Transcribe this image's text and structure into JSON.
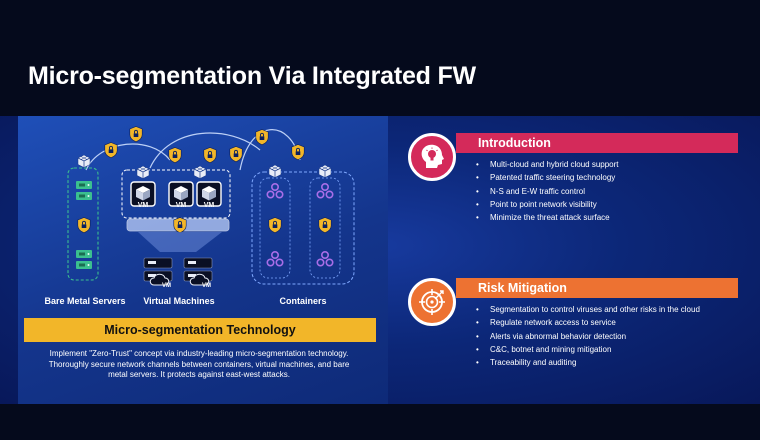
{
  "slide": {
    "title": "Micro-segmentation Via Integrated FW"
  },
  "diagram": {
    "labels": {
      "bare_metal": "Bare Metal Servers",
      "virtual_machines": "Virtual Machines",
      "containers": "Containers"
    },
    "vm_badge": "VM"
  },
  "technology": {
    "banner": "Micro-segmentation Technology",
    "description_lines": [
      "Implement \"Zero-Trust\" concept via industry-leading micro-segmentation technology.",
      "Thoroughly secure network channels between containers, virtual machines, and bare",
      "metal servers. It protects against east-west attacks."
    ]
  },
  "introduction": {
    "title": "Introduction",
    "icon": "head-lightbulb-icon",
    "color": "#d42a5a",
    "items": [
      "Multi-cloud and hybrid cloud support",
      "Patented traffic steering technology",
      "N-S and E-W traffic control",
      "Point to point network visibility",
      "Minimize the threat attack surface"
    ]
  },
  "risk_mitigation": {
    "title": "Risk Mitigation",
    "icon": "target-crosshair-icon",
    "color": "#ed7232",
    "items": [
      "Segmentation to control viruses and other risks in the cloud",
      "Regulate network access to service",
      "Alerts via abnormal behavior detection",
      "C&C, botnet and mining mitigation",
      "Traceability and auditing"
    ]
  },
  "colors": {
    "accent_yellow": "#f2b629",
    "background_navy": "#0c2778",
    "bare_metal_green": "#3bbf8f"
  }
}
